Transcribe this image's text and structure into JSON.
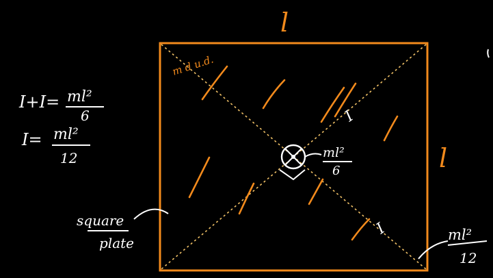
{
  "colors": {
    "background": "#000000",
    "ink_orange": "#f28a1c",
    "ink_white": "#ffffff"
  },
  "labels": {
    "side_top": "l",
    "side_right": "l",
    "material_note": "m d u.d.",
    "diagonal_upper": "I",
    "diagonal_lower": "I",
    "center_moment_num": "ml²",
    "center_moment_den": "6",
    "corner_moment_num": "ml²",
    "corner_moment_den": "12",
    "object_name_top": "square",
    "object_name_bottom": "plate"
  },
  "equations": {
    "eq1_lhs": "I+I=",
    "eq1_num": "ml²",
    "eq1_den": "6",
    "eq2_lhs": "I=",
    "eq2_num": "ml²",
    "eq2_den": "12"
  }
}
